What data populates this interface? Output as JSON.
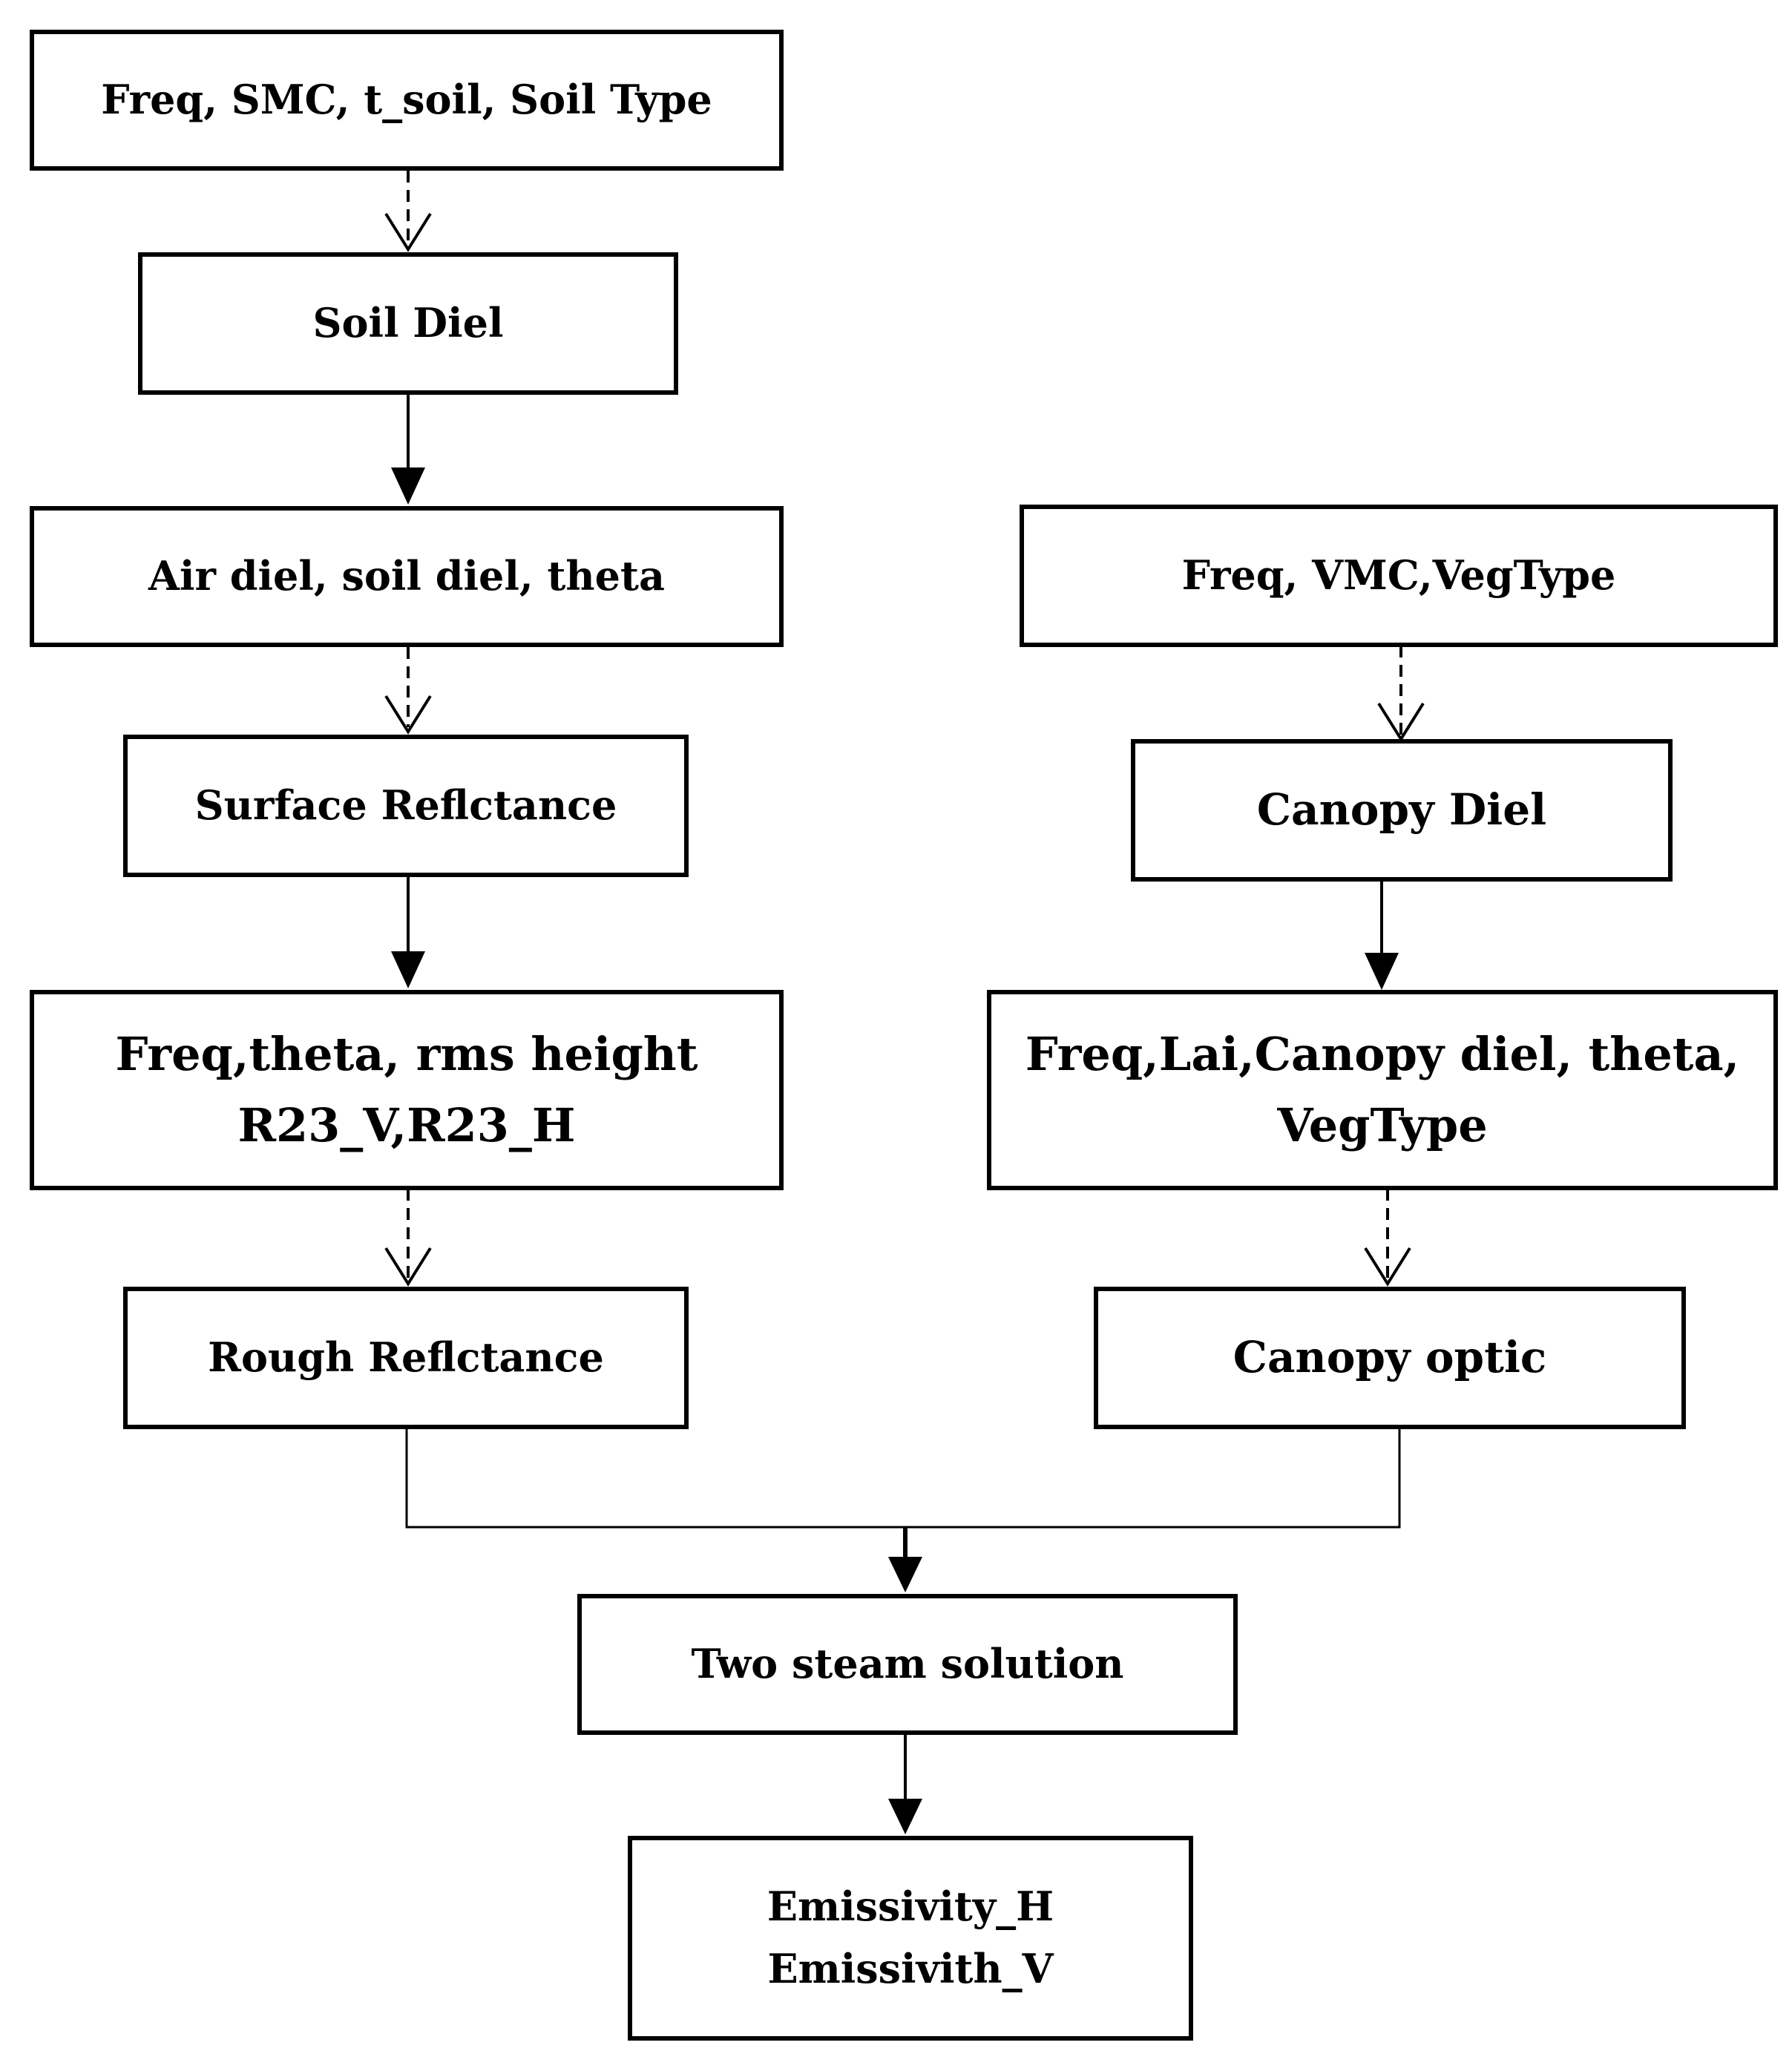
{
  "diagram": {
    "nodes": {
      "soil_inputs": "Freq, SMC, t_soil, Soil Type",
      "soil_diel": "Soil Diel",
      "air_soil_theta": "Air diel, soil diel, theta",
      "surface_reflectance": "Surface Reflctance",
      "rough_inputs_line1": "Freq,theta, rms height",
      "rough_inputs_line2": "R23_V,R23_H",
      "rough_reflectance": "Rough Reflctance",
      "veg_inputs": "Freq, VMC,VegType",
      "canopy_diel": "Canopy Diel",
      "canopy_inputs_line1": "Freq,Lai,Canopy diel, theta,",
      "canopy_inputs_line2": "VegType",
      "canopy_optic": "Canopy optic",
      "two_stream": "Two steam solution",
      "emissivity_h": "Emissivity_H",
      "emissivity_v": "Emissivith_V"
    },
    "edges": [
      {
        "from": "soil_inputs",
        "to": "soil_diel",
        "style": "dashed"
      },
      {
        "from": "soil_diel",
        "to": "air_soil_theta",
        "style": "solid"
      },
      {
        "from": "air_soil_theta",
        "to": "surface_reflectance",
        "style": "dashed"
      },
      {
        "from": "surface_reflectance",
        "to": "rough_inputs",
        "style": "solid"
      },
      {
        "from": "rough_inputs",
        "to": "rough_reflectance",
        "style": "dashed"
      },
      {
        "from": "veg_inputs",
        "to": "canopy_diel",
        "style": "dashed"
      },
      {
        "from": "canopy_diel",
        "to": "canopy_inputs",
        "style": "solid"
      },
      {
        "from": "canopy_inputs",
        "to": "canopy_optic",
        "style": "dashed"
      },
      {
        "from": "rough_reflectance",
        "to": "two_stream",
        "style": "solid"
      },
      {
        "from": "canopy_optic",
        "to": "two_stream",
        "style": "solid"
      },
      {
        "from": "two_stream",
        "to": "emissivity",
        "style": "solid"
      }
    ]
  }
}
